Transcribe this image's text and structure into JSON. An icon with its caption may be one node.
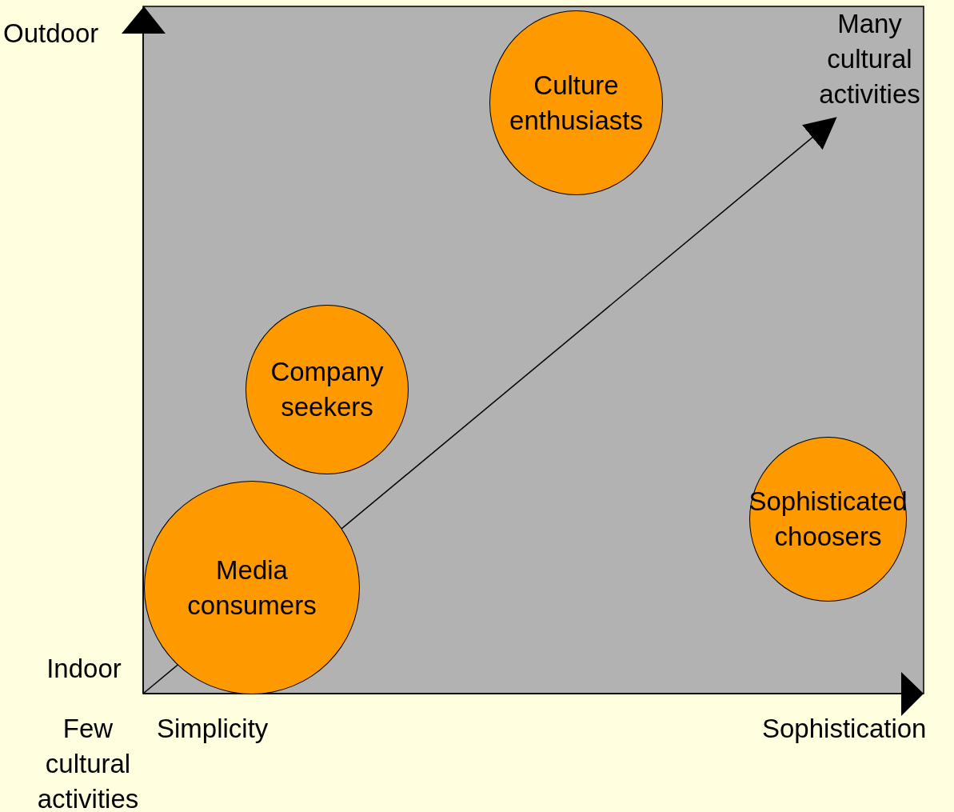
{
  "diagram": {
    "nodes": [
      {
        "text": [
          "Culture enthusiasts"
        ]
      },
      {
        "text": [
          "Company seekers"
        ]
      },
      {
        "text": [
          "Media consumers"
        ]
      },
      {
        "text": [
          "Sophisticated choosers"
        ]
      }
    ],
    "labels": [
      "Outdoor",
      "Many cultural activities",
      "Indoor",
      "Few cultural activities",
      "Simplicity",
      "Sophistication"
    ]
  }
}
